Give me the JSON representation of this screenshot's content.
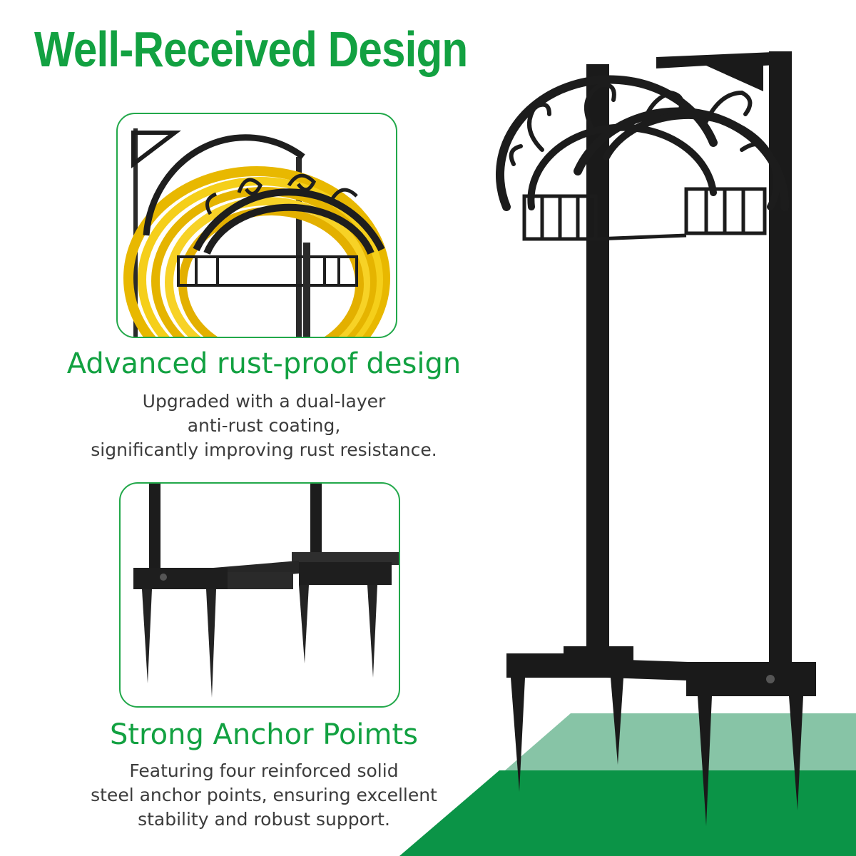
{
  "page": {
    "title": "Well-Received Design",
    "accent_color": "#12a141",
    "ground_colors": [
      "#87c4a6",
      "#0b9447"
    ]
  },
  "features": [
    {
      "title": "Advanced rust-proof design",
      "description": [
        "Upgraded with a dual-layer",
        "anti-rust coating,",
        "significantly improving rust resistance."
      ],
      "image": "hose-reel-with-yellow-hose-closeup"
    },
    {
      "title": "Strong Anchor Poimts",
      "description": [
        "Featuring four reinforced solid",
        "steel anchor points, ensuring excellent",
        "stability and robust support."
      ],
      "image": "base-frame-with-ground-stakes-closeup"
    }
  ],
  "product": {
    "image": "freestanding-hose-holder-stand",
    "color": "#1a1a1a"
  }
}
